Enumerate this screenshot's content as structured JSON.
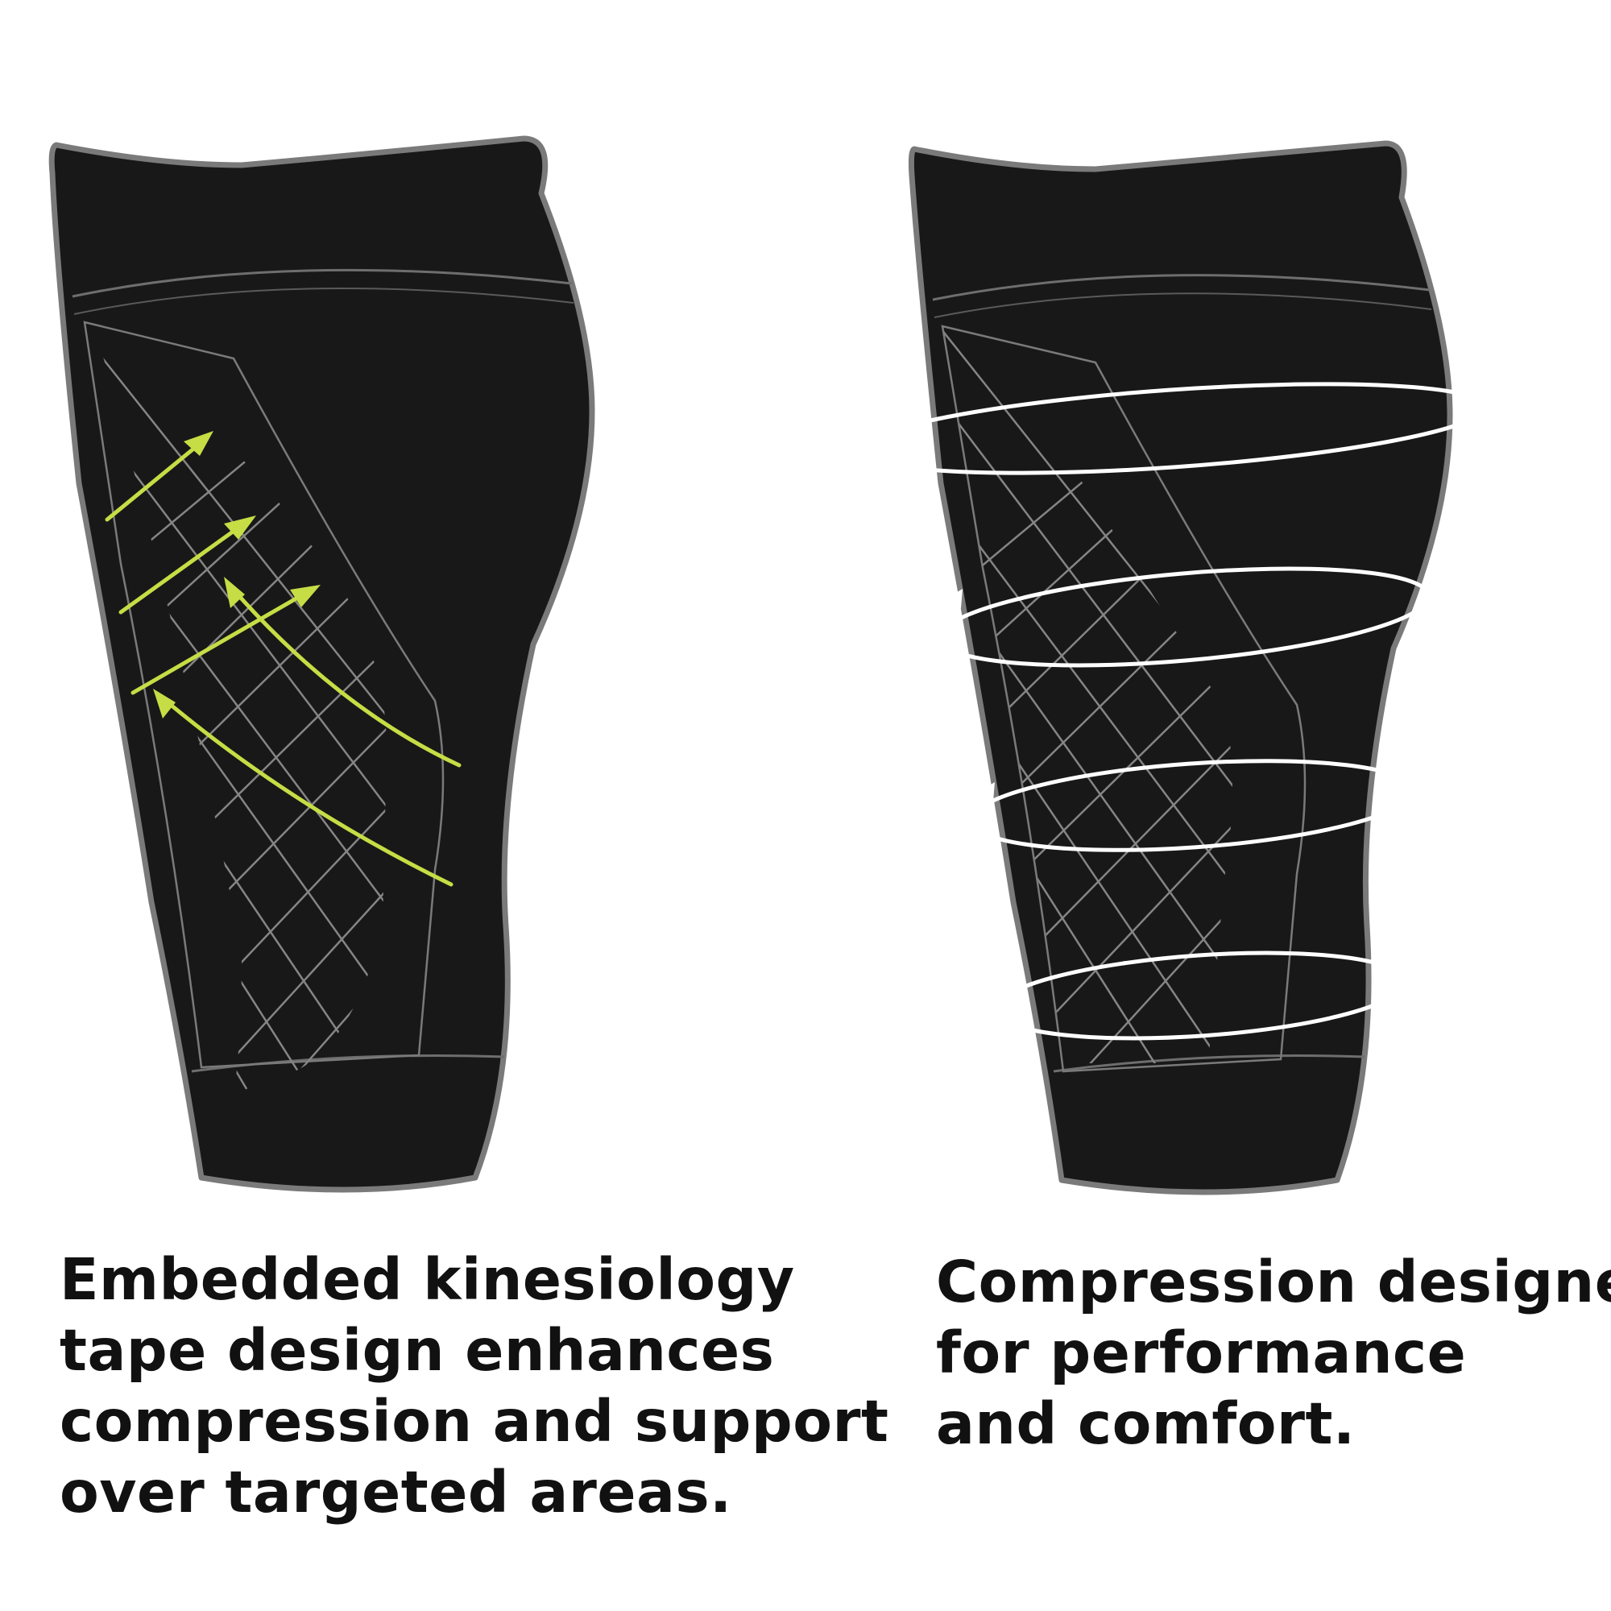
{
  "colors": {
    "background": "#ffffff",
    "sleeve": "#181818",
    "sleeve_outline": "#7a7a7a",
    "pattern": "#8a8a8a",
    "kinesiology_arrows": "#c6dd45",
    "compression_rings": "#ffffff",
    "caption_text": "#111111"
  },
  "panels": [
    {
      "illustration": "calf-sleeve-with-kinesiology-arrows",
      "caption_lines": [
        "Embedded kinesiology",
        "tape design enhances",
        "compression and support",
        "over targeted areas."
      ]
    },
    {
      "illustration": "calf-sleeve-with-compression-rings",
      "caption_lines": [
        "Compression designed",
        "for performance",
        "and comfort."
      ]
    }
  ]
}
